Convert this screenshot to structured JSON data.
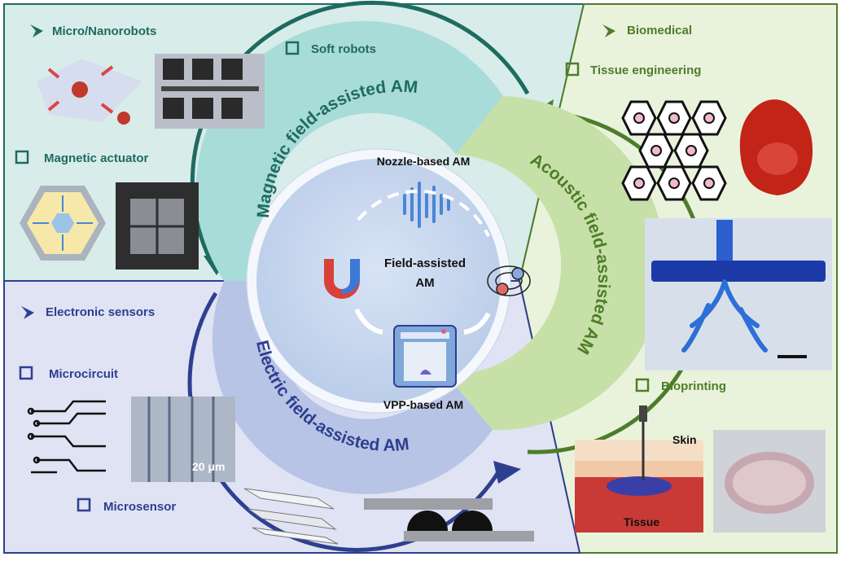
{
  "center": {
    "title_line1": "Field-assisted",
    "title_line2": "AM",
    "nozzle": "Nozzle-based AM",
    "vpp": "VPP-based AM"
  },
  "rings": {
    "magnetic": "Magnetic field-assisted AM",
    "acoustic": "Acoustic field-assisted AM",
    "electric": "Electric field-assisted AM"
  },
  "quadrants": {
    "soft_robots": {
      "micro_nanorobots": "Micro/Nanorobots",
      "soft_robots": "Soft robots",
      "magnetic_actuator": "Magnetic actuator"
    },
    "biomedical": {
      "title": "Biomedical",
      "tissue_engineering": "Tissue engineering",
      "bioprinting": "Bioprinting",
      "skin": "Skin",
      "tissue": "Tissue"
    },
    "electronics": {
      "electronic_sensors": "Electronic sensors",
      "microcircuit": "Microcircuit",
      "microsensor": "Microsensor",
      "scale": "20 μm"
    }
  },
  "colors": {
    "teal": "#1e6b5f",
    "green": "#4e7d2a",
    "navy": "#2e3f8f"
  }
}
